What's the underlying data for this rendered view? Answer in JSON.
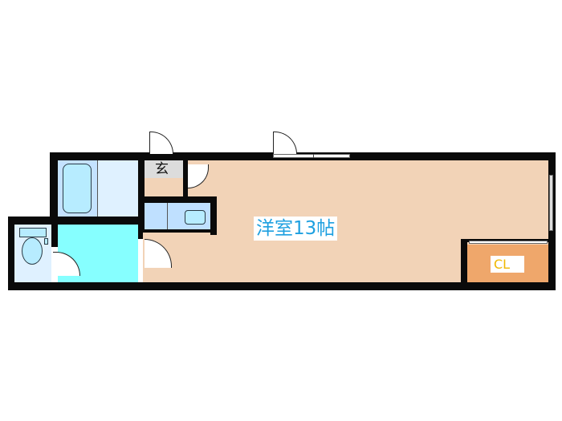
{
  "plan": {
    "rooms": {
      "main": {
        "label": "洋室13帖",
        "type": "western-room",
        "area_jo": "13",
        "color": "#f2d3b7"
      },
      "closet": {
        "label": "CL",
        "type": "closet",
        "color": "#efa76b"
      },
      "entrance": {
        "label": "玄",
        "type": "entrance",
        "color": "#dcdcdc"
      },
      "washroom": {
        "type": "washroom",
        "color": "#86ffff"
      },
      "bath": {
        "type": "bathroom",
        "color": "#dff1ff"
      },
      "toilet": {
        "type": "toilet",
        "color": "#dff1ff"
      },
      "kitchen": {
        "type": "kitchen",
        "color": "#bfe0ff"
      }
    },
    "colors": {
      "wall": "#0a0a0a",
      "label_text_blue": "#1ea0e0",
      "label_text_cl": "#f0b800",
      "fixture_blue": "#b7ecff"
    }
  }
}
